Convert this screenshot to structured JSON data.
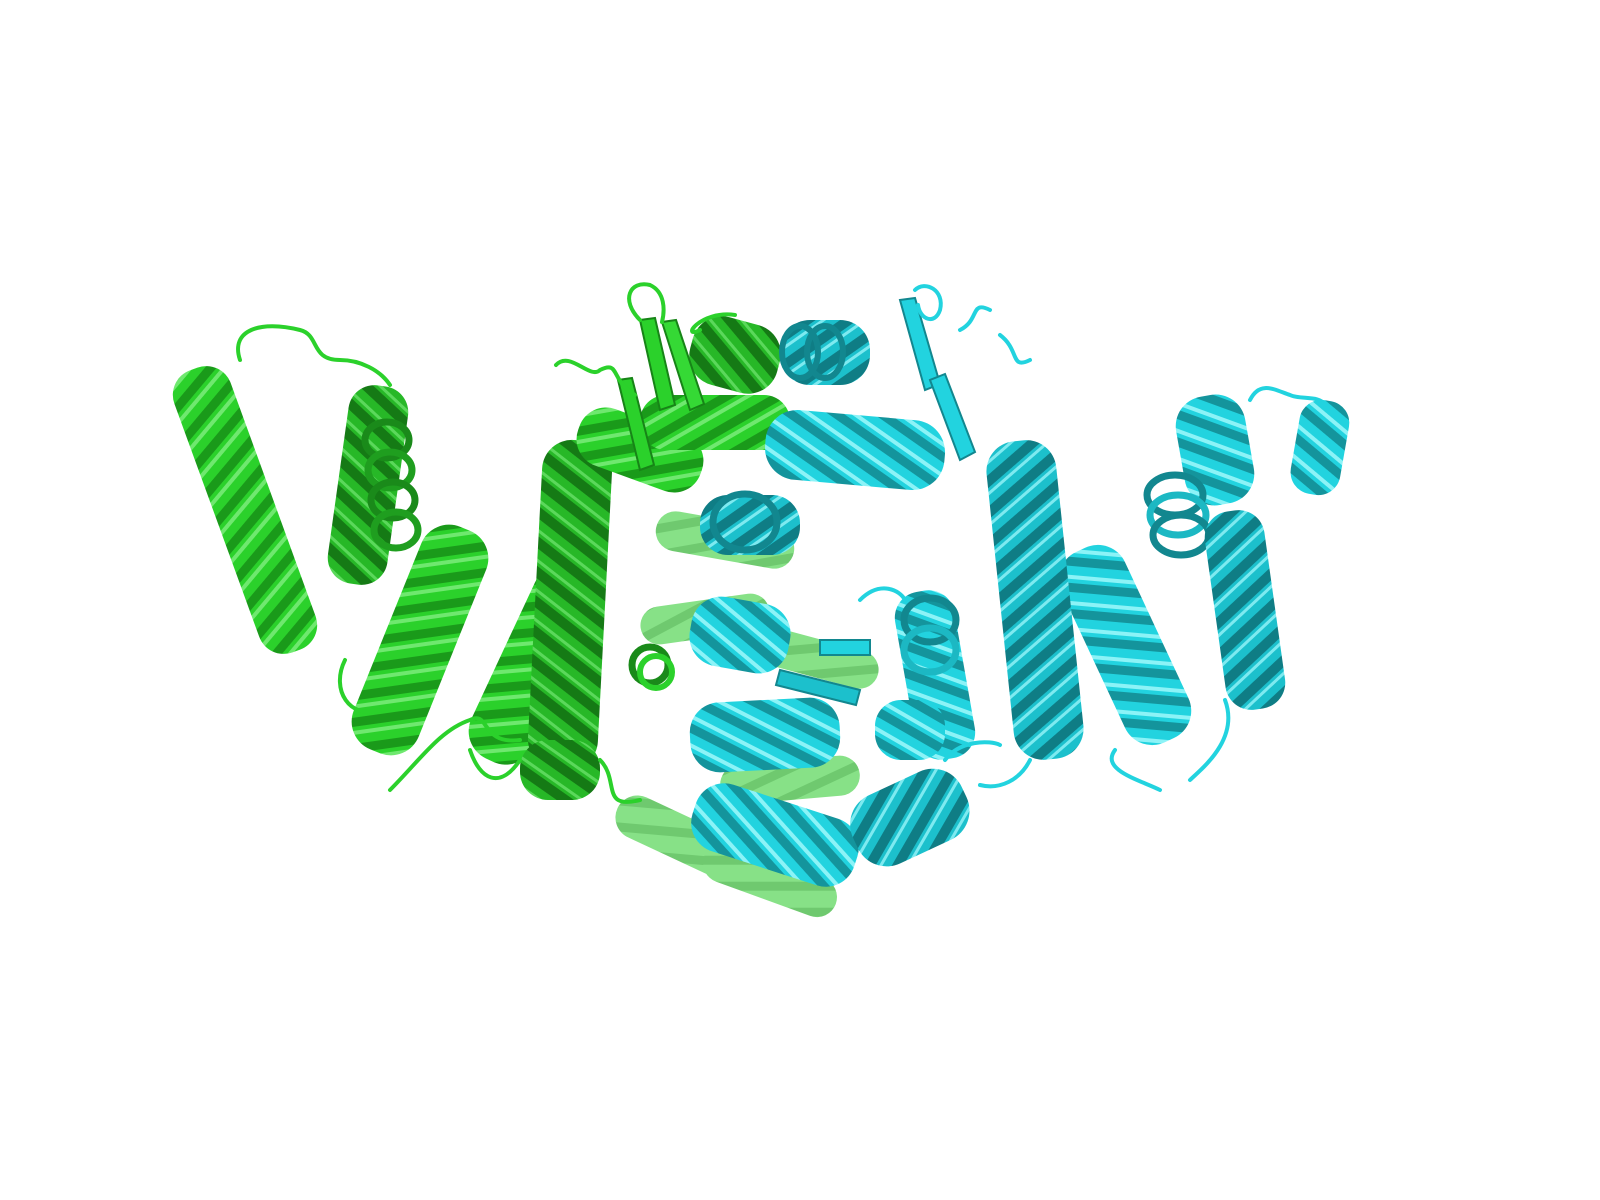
{
  "scene": {
    "background": "#ffffff",
    "representation": "cartoon",
    "chains": [
      {
        "id": "chain-a",
        "color": "#2bd12b",
        "shade_light": "#63e863",
        "shade_dark": "#1a8a1a",
        "position_word": "left"
      },
      {
        "id": "chain-b",
        "color": "#22d3df",
        "shade_light": "#7ff0f5",
        "shade_dark": "#12878f",
        "position_word": "right"
      }
    ]
  }
}
